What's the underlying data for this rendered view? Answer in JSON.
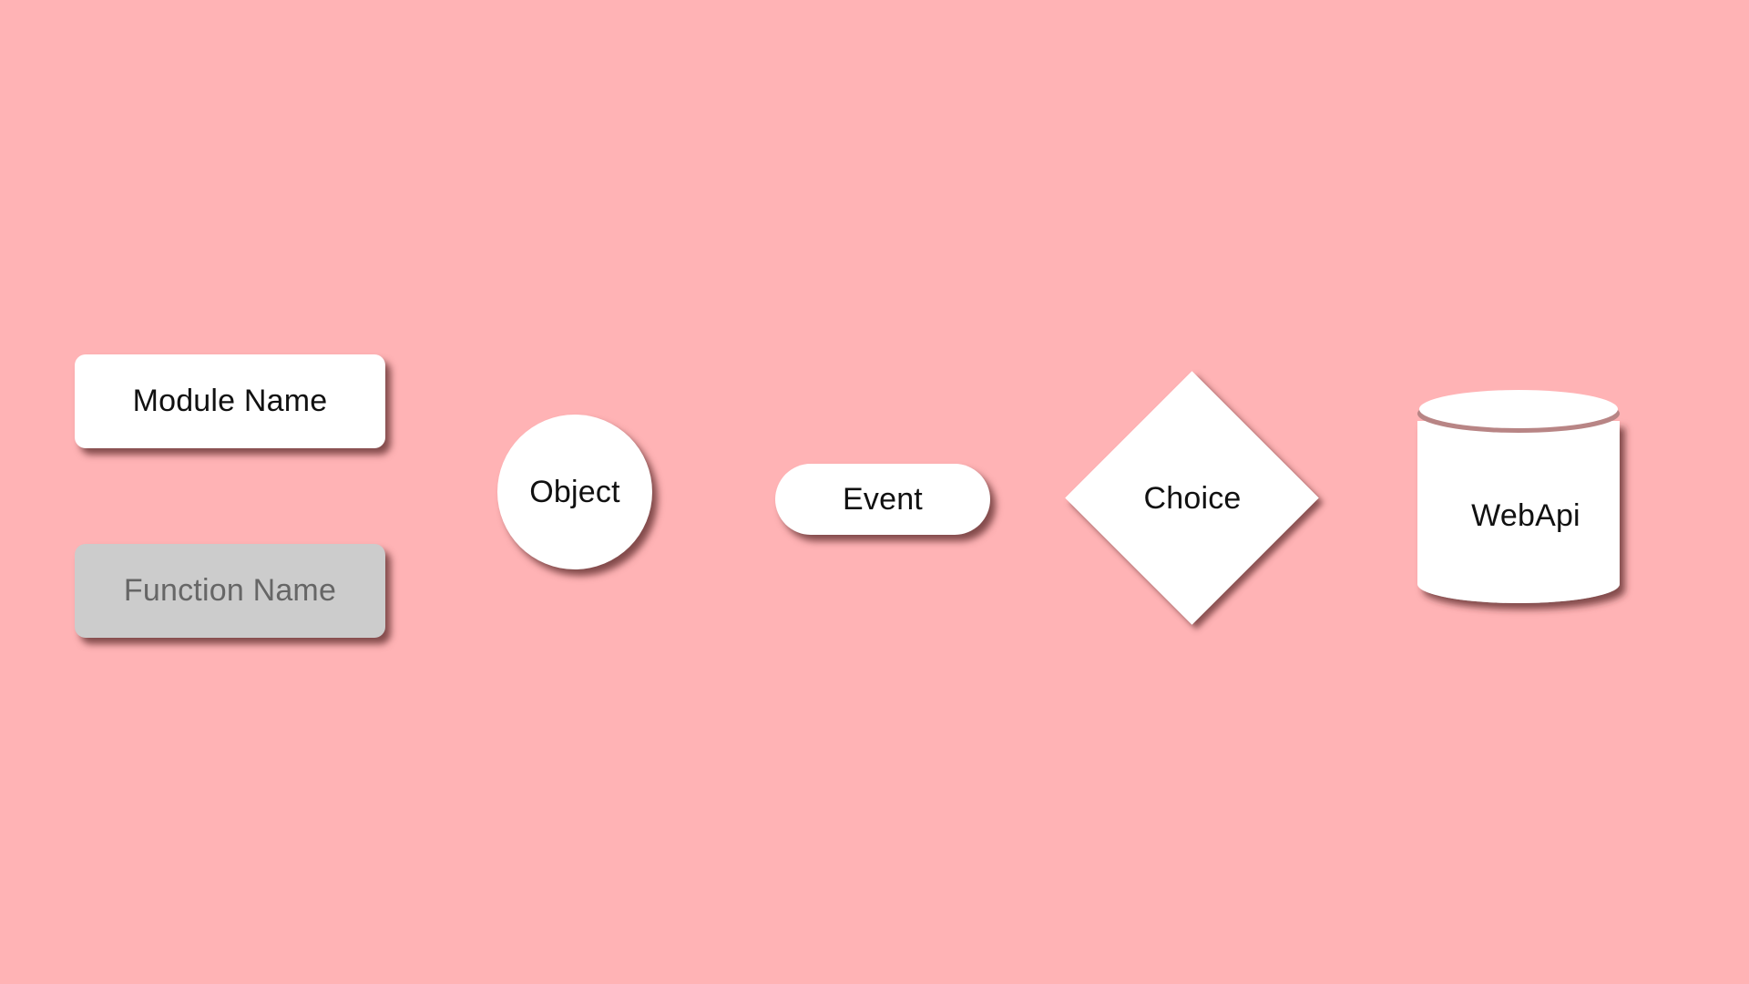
{
  "diagram": {
    "background_color": "#FFB3B5",
    "shapes": {
      "module": {
        "label": "Module Name",
        "fill": "#FFFFFF"
      },
      "function": {
        "label": "Function Name",
        "fill": "#CCCCCC",
        "text_color": "#666666"
      },
      "object": {
        "label": "Object",
        "fill": "#FFFFFF"
      },
      "event": {
        "label": "Event",
        "fill": "#FFFFFF"
      },
      "choice": {
        "label": "Choice",
        "fill": "#FFFFFF"
      },
      "webapi": {
        "label": "WebApi",
        "fill": "#FFFFFF"
      }
    }
  }
}
